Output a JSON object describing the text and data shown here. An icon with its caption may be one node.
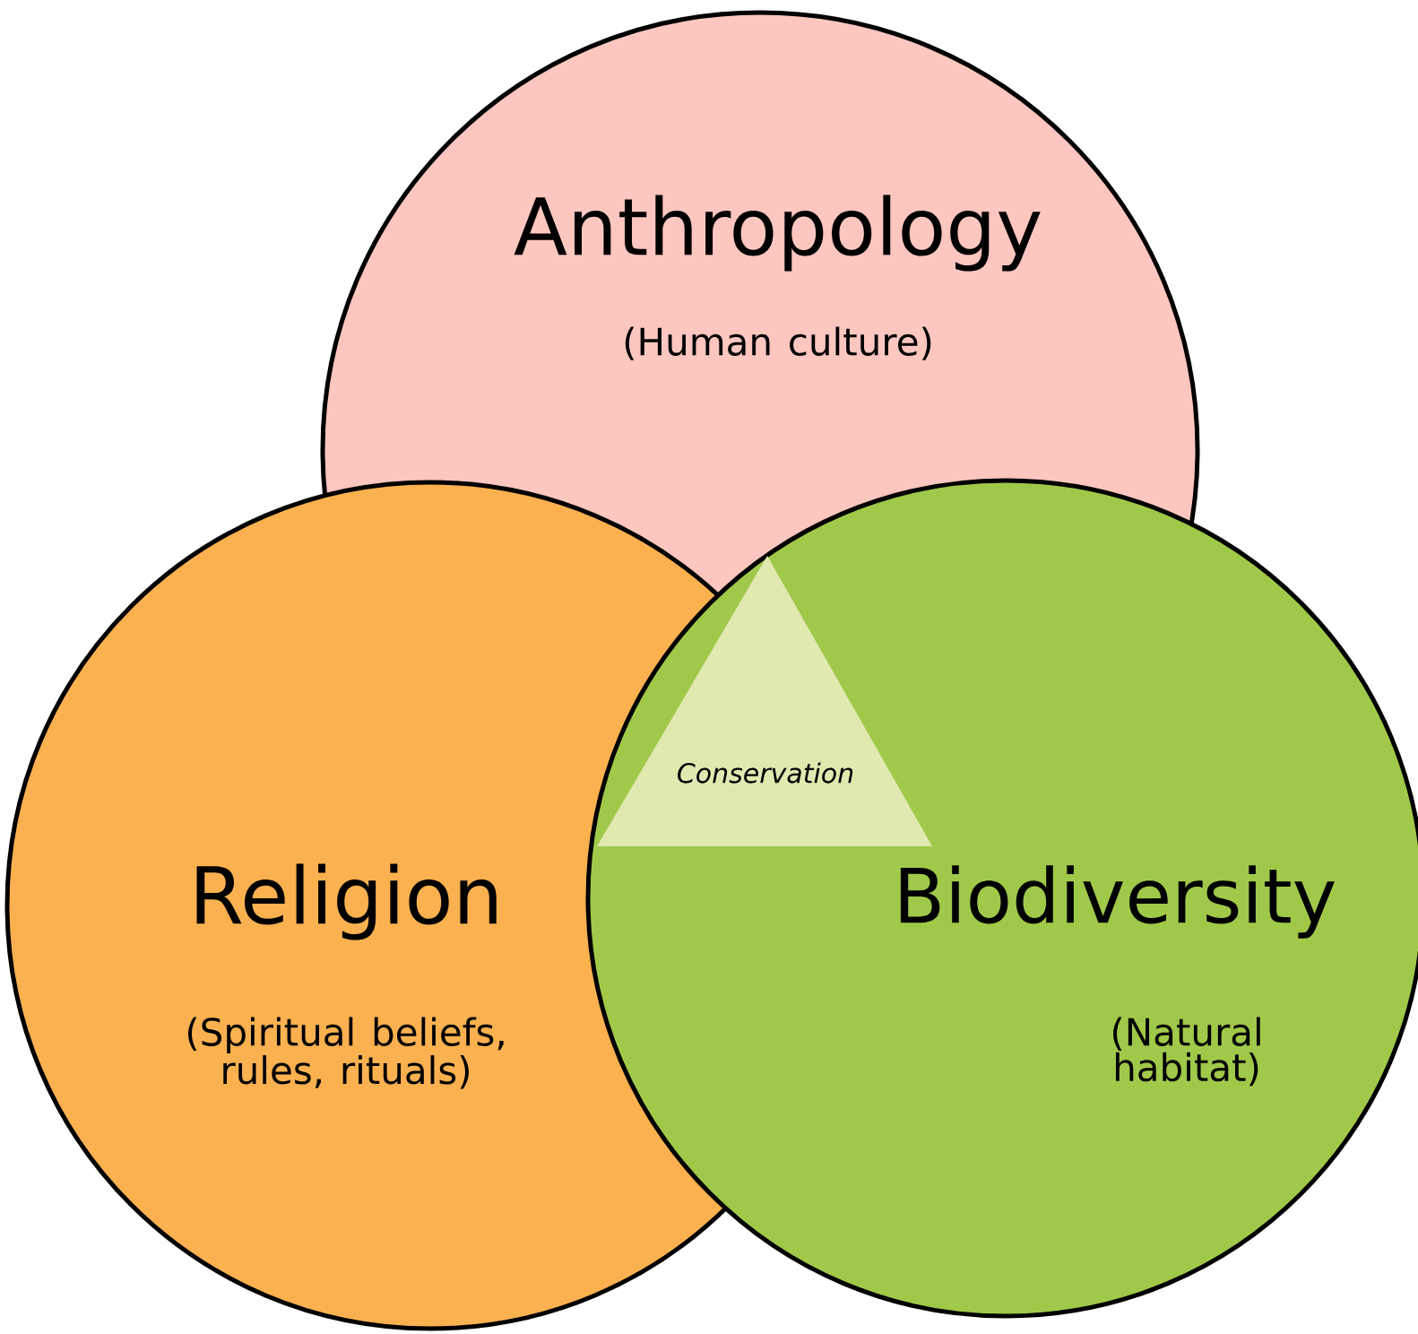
{
  "diagram": {
    "nodes": [
      {
        "text": [
          "Anthropology",
          "(Human culture)"
        ]
      },
      {
        "text": [
          "Religion",
          "(Spiritual beliefs, rules, rituals)"
        ]
      },
      {
        "text": [
          "Biodiversity",
          "(Natural habitat)"
        ]
      },
      {
        "text": [
          "Conservation"
        ]
      }
    ]
  }
}
